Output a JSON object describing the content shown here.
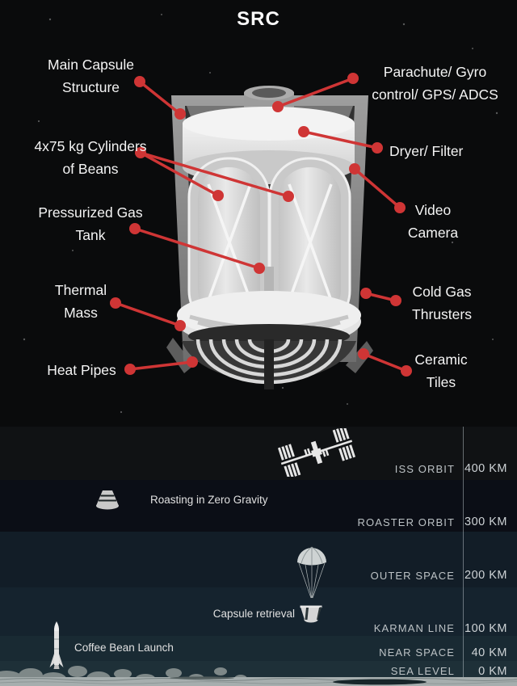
{
  "title": "SRC",
  "colors": {
    "accent_red": "#cf3535",
    "top_background": "#0a0b0c",
    "label_text": "#f4f4f4",
    "level_text": "#bcc2c5",
    "value_text": "#ced3d6"
  },
  "diagram": {
    "labels": [
      {
        "id": "main-capsule-structure",
        "text": "Main Capsule\nStructure"
      },
      {
        "id": "parachute-gyro",
        "text": "Parachute/ Gyro\ncontrol/ GPS/ ADCS"
      },
      {
        "id": "bean-cylinders",
        "text": "4x75 kg Cylinders\nof Beans"
      },
      {
        "id": "dryer-filter",
        "text": "Dryer/ Filter"
      },
      {
        "id": "video-camera",
        "text": "Video\nCamera"
      },
      {
        "id": "pressurized-gas-tank",
        "text": "Pressurized Gas\nTank"
      },
      {
        "id": "thermal-mass",
        "text": "Thermal\nMass"
      },
      {
        "id": "cold-gas-thrusters",
        "text": "Cold Gas\nThrusters"
      },
      {
        "id": "heat-pipes",
        "text": "Heat Pipes"
      },
      {
        "id": "ceramic-tiles",
        "text": "Ceramic\nTiles"
      }
    ]
  },
  "altitude": {
    "bands": [
      {
        "name": "ISS ORBIT",
        "value": "400 KM",
        "color": "#101214"
      },
      {
        "name": "ROASTER ORBIT",
        "value": "300 KM",
        "color": "#0b0e16"
      },
      {
        "name": "OUTER SPACE",
        "value": "200 KM",
        "color": "#121d27"
      },
      {
        "name": "KARMAN LINE",
        "value": "100 KM",
        "color": "#15232e"
      },
      {
        "name": "NEAR SPACE",
        "value": "40 KM",
        "color": "#192a33"
      },
      {
        "name": "SEA LEVEL",
        "value": "0 KM",
        "color": "#1e3038"
      }
    ],
    "annotations": [
      {
        "id": "roasting",
        "text": "Roasting in Zero Gravity"
      },
      {
        "id": "retrieval",
        "text": "Capsule retrieval"
      },
      {
        "id": "launch",
        "text": "Coffee Bean Launch"
      }
    ]
  }
}
